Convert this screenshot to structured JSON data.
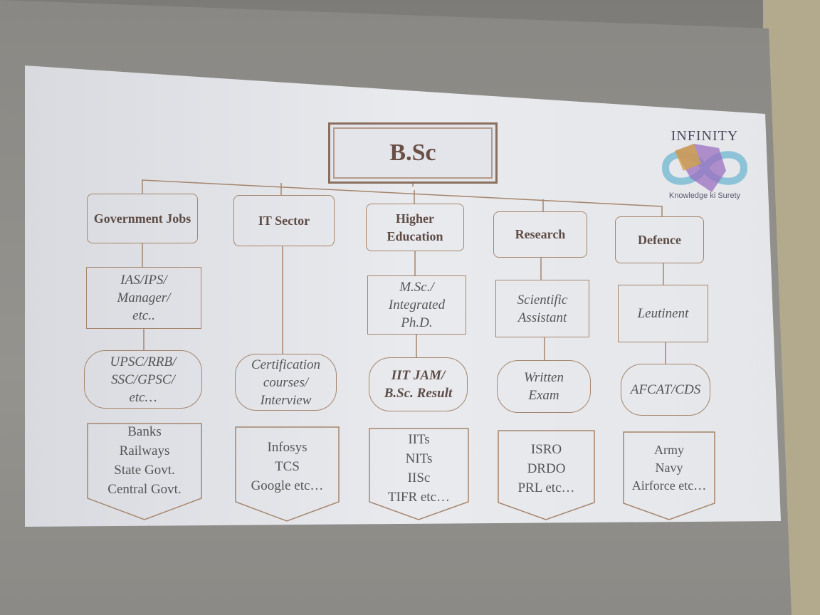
{
  "title": "B.Sc",
  "logo": {
    "name": "INFINITY",
    "tagline": "Knowledge ki Surety"
  },
  "columns": [
    {
      "category": "Government Jobs",
      "role": "IAS/IPS/ Manager/ etc..",
      "exam": "UPSC/RRB/ SSC/GPSC/ etc…",
      "destinations": [
        "Banks",
        "Railways",
        "State Govt.",
        "Central Govt."
      ]
    },
    {
      "category": "IT Sector",
      "role": "",
      "exam": "Certification courses/ Interview",
      "destinations": [
        "Infosys",
        "TCS",
        "Google etc…"
      ]
    },
    {
      "category": "Higher Education",
      "role": "M.Sc./ Integrated Ph.D.",
      "exam": "IIT JAM/ B.Sc. Result",
      "destinations": [
        "IITs",
        "NITs",
        "IISc",
        "TIFR etc…"
      ]
    },
    {
      "category": "Research",
      "role": "Scientific Assistant",
      "exam": "Written Exam",
      "destinations": [
        "ISRO",
        "DRDO",
        "PRL etc…"
      ]
    },
    {
      "category": "Defence",
      "role": "Leutinent",
      "exam": "AFCAT/CDS",
      "destinations": [
        "Army",
        "Navy",
        "Airforce etc…"
      ]
    }
  ],
  "colors": {
    "border": "#a5856c",
    "text": "#555555",
    "accent": "#6a4f47"
  }
}
